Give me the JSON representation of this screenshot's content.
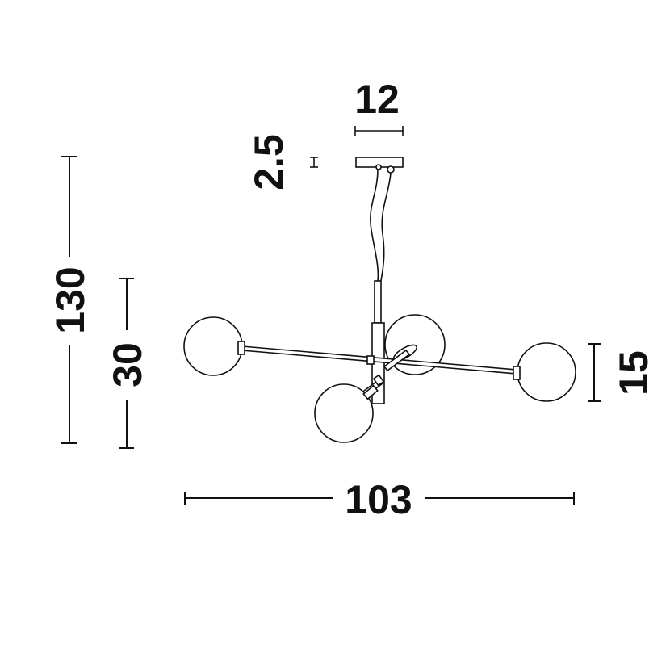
{
  "dimensions": {
    "total_height": "130",
    "body_height": "30",
    "globe_diameter": "15",
    "total_width": "103",
    "canopy_width": "12",
    "canopy_height": "2.5"
  }
}
